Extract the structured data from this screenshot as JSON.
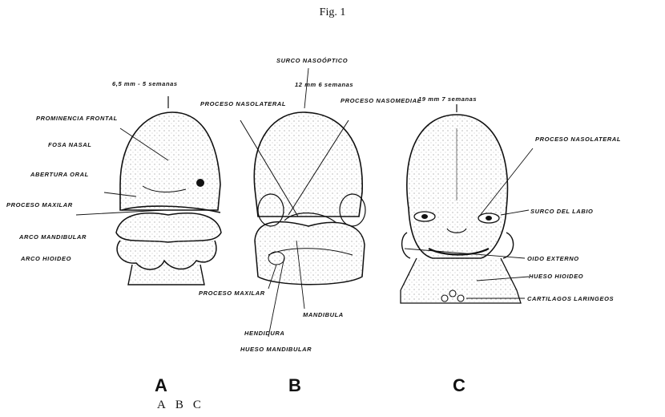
{
  "figure_title": "Fig. 1",
  "panel_a": {
    "letter": "A",
    "stage": "6,5 mm - 5 semanas",
    "labels": [
      "PROMINENCIA FRONTAL",
      "FOSA NASAL",
      "ABERTURA ORAL",
      "PROCESO MAXILAR",
      "ARCO MANDIBULAR",
      "ARCO HIOIDEO"
    ]
  },
  "panel_b": {
    "letter": "B",
    "stage": "12 mm 6 semanas",
    "labels": [
      "SURCO NASOÓPTICO",
      "PROCESO NASOLATERAL",
      "PROCESO NASOMEDIAL",
      "PROCESO MAXILAR",
      "MANDIBULA",
      "HENDIDURA",
      "HUESO MANDIBULAR"
    ]
  },
  "panel_c": {
    "letter": "C",
    "stage": "19 mm 7 semanas",
    "labels": [
      "PROCESO NASOLATERAL",
      "SURCO DEL LABIO",
      "OIDO EXTERNO",
      "HUESO HIOIDEO",
      "CARTILAGOS LARINGEOS"
    ]
  },
  "footer": [
    "A",
    "B",
    "C"
  ]
}
